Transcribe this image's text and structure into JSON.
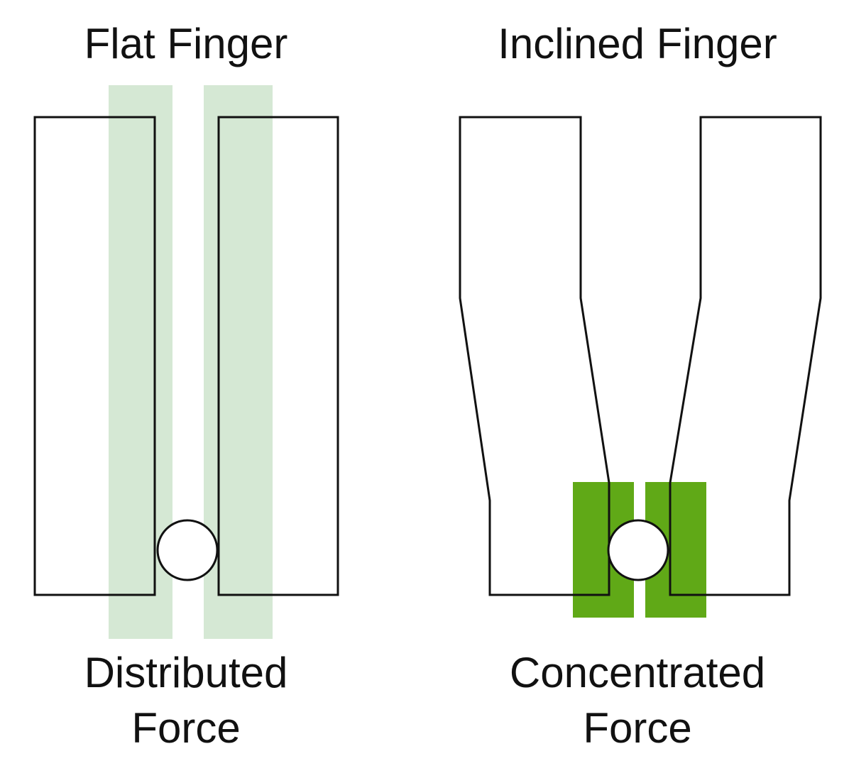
{
  "left_panel": {
    "title": "Flat Finger",
    "caption_line1": "Distributed",
    "caption_line2": "Force"
  },
  "right_panel": {
    "title": "Inclined Finger",
    "caption_line1": "Concentrated",
    "caption_line2": "Force"
  },
  "colors": {
    "distributed_force": "#d5e8d4",
    "concentrated_force": "#60a917",
    "outline": "#111111",
    "background": "#ffffff"
  }
}
